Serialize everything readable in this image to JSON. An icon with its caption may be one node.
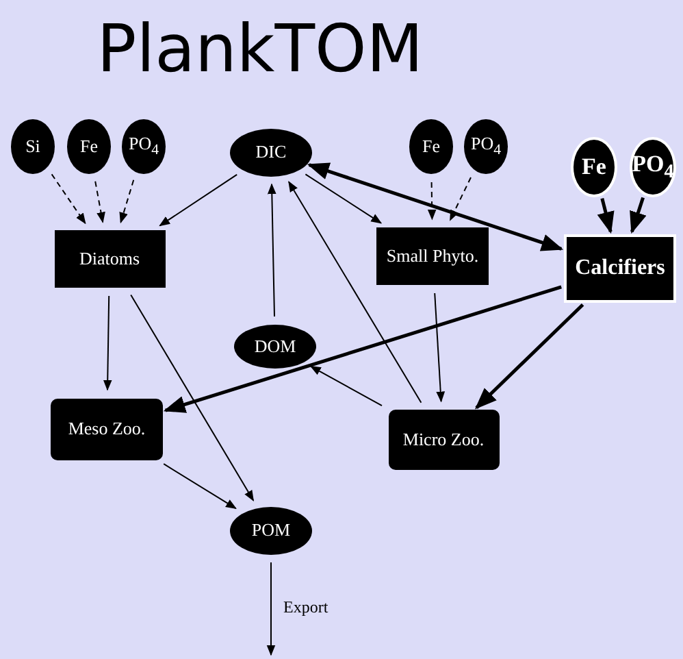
{
  "diagram": {
    "title": "PlankTOM",
    "nodes": [
      {
        "text": [
          "Si"
        ]
      },
      {
        "text": [
          "Fe"
        ]
      },
      {
        "text": [
          "PO$_{4}$"
        ]
      },
      {
        "text": [
          "DIC"
        ]
      },
      {
        "text": [
          "Fe"
        ]
      },
      {
        "text": [
          "PO$_{4}$"
        ]
      },
      {
        "text": [
          "Fe"
        ]
      },
      {
        "text": [
          "PO$_{4}$"
        ]
      },
      {
        "text": [
          "Diatoms"
        ]
      },
      {
        "text": [
          "Small Phyto."
        ]
      },
      {
        "text": [
          "Calcifiers"
        ]
      },
      {
        "text": [
          "DOM"
        ]
      },
      {
        "text": [
          "Meso Zoo."
        ]
      },
      {
        "text": [
          "Micro Zoo."
        ]
      },
      {
        "text": [
          "POM"
        ]
      }
    ],
    "edges": [
      {
        "from": 0,
        "to": 8,
        "arrow": "to",
        "style": "dashed"
      },
      {
        "from": 1,
        "to": 8,
        "arrow": "to",
        "style": "dashed"
      },
      {
        "from": 2,
        "to": 8,
        "arrow": "to",
        "style": "dashed"
      },
      {
        "from": 3,
        "to": 8,
        "arrow": "to"
      },
      {
        "from": 3,
        "to": 9,
        "arrow": "to"
      },
      {
        "from": 3,
        "to": 10,
        "arrow": "both",
        "style": "thick"
      },
      {
        "from": 4,
        "to": 9,
        "arrow": "to",
        "style": "dashed"
      },
      {
        "from": 5,
        "to": 9,
        "arrow": "to",
        "style": "dashed"
      },
      {
        "from": 6,
        "to": 10,
        "arrow": "to",
        "style": "thick"
      },
      {
        "from": 7,
        "to": 10,
        "arrow": "to",
        "style": "thick"
      },
      {
        "from": 11,
        "to": 3,
        "arrow": "to"
      },
      {
        "from": 13,
        "to": 3,
        "arrow": "to"
      },
      {
        "from": 8,
        "to": 12,
        "arrow": "to"
      },
      {
        "from": 8,
        "to": 14,
        "arrow": "to"
      },
      {
        "from": 9,
        "to": 13,
        "arrow": "to"
      },
      {
        "from": 10,
        "to": 12,
        "arrow": "to",
        "style": "thick"
      },
      {
        "from": 10,
        "to": 13,
        "arrow": "to",
        "style": "thick"
      },
      {
        "from": 13,
        "to": 11,
        "arrow": "to"
      },
      {
        "from": 12,
        "to": 14,
        "arrow": "to"
      },
      {
        "from": 14,
        "to": null,
        "label": "Export",
        "arrow": "to"
      }
    ]
  }
}
